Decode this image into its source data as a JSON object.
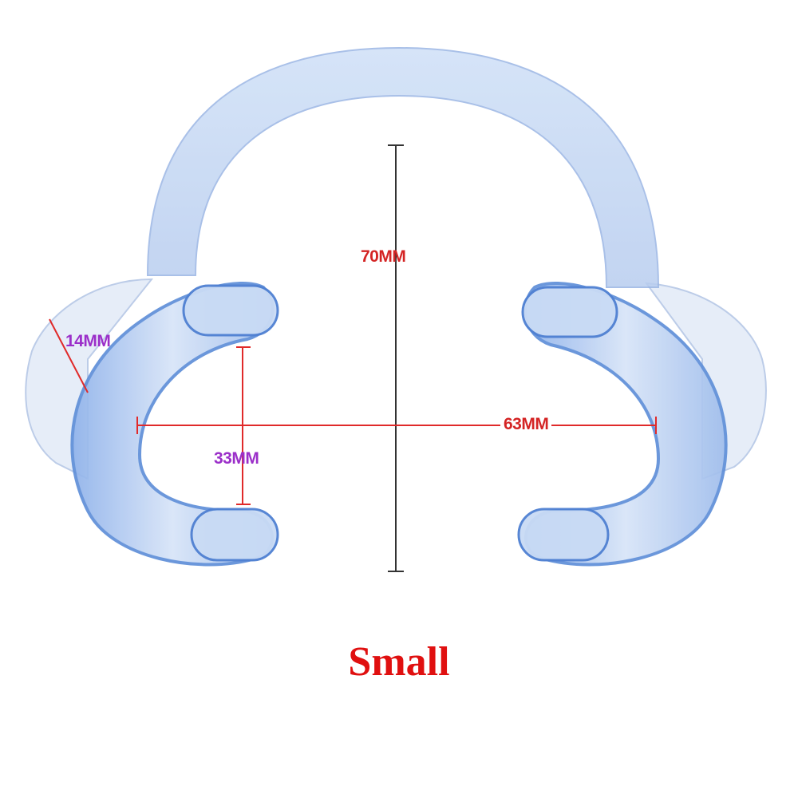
{
  "product": {
    "size_label": "Small"
  },
  "dimensions": {
    "height": "70MM",
    "width": "63MM",
    "lip_height": "33MM",
    "flange": "14MM"
  },
  "colors": {
    "plastic_fill": "#dbe6f7",
    "plastic_edge": "#5f8fd8",
    "plastic_dark": "#3f73c9",
    "line_red": "#e02a2a",
    "line_dark": "#333333",
    "text_red": "#d42424",
    "text_purple": "#9b2fc9",
    "caption_red": "#e01010"
  }
}
